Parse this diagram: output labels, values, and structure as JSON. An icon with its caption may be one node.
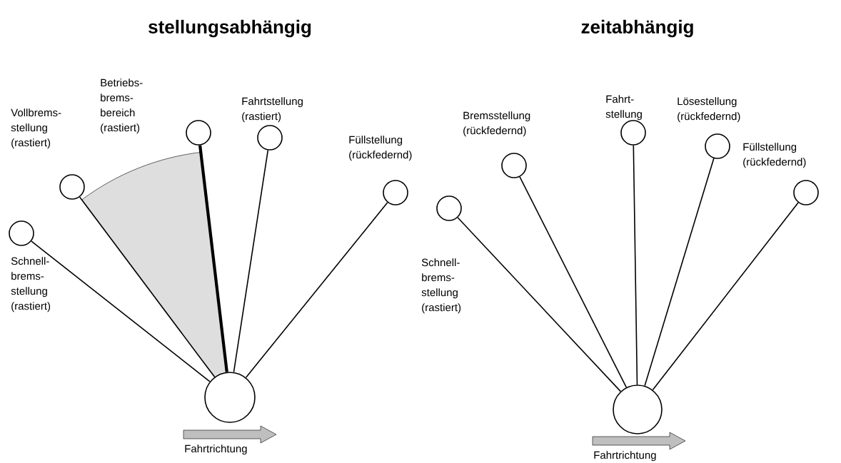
{
  "diagram": {
    "nodes": [
      {
        "text": [],
        "shape": "circle"
      },
      {
        "text": [],
        "shape": "circle",
        "beside": [
          "Schnell- brems- stellung (rastiert)"
        ]
      },
      {
        "text": [],
        "shape": "circle",
        "beside": [
          "Vollbrems- stellung (rastiert)"
        ]
      },
      {
        "text": [],
        "shape": "circle"
      },
      {
        "text": [],
        "shape": "circle",
        "beside": [
          "Fahrtstellung (rastiert)"
        ]
      },
      {
        "text": [],
        "shape": "circle",
        "beside": [
          "Füllstellung (rückfedernd)"
        ]
      },
      {
        "text": [],
        "shape": "circle"
      },
      {
        "text": [],
        "shape": "circle",
        "beside": [
          "Schnell- brems- stellung (rastiert)"
        ]
      },
      {
        "text": [],
        "shape": "circle",
        "beside": [
          "Bremsstellung (rückfedernd)"
        ]
      },
      {
        "text": [],
        "shape": "circle",
        "beside": [
          "Fahrt- stellung"
        ]
      },
      {
        "text": [],
        "shape": "circle",
        "beside": [
          "Lösestellung (rückfedernd)"
        ]
      },
      {
        "text": [],
        "shape": "circle",
        "beside": [
          "Füllstellung (rückfedernd)"
        ]
      }
    ],
    "edges": [
      {
        "from": 0,
        "to": 1,
        "arrow": "none"
      },
      {
        "from": 0,
        "to": 2,
        "arrow": "none"
      },
      {
        "from": 0,
        "to": 3,
        "arrow": "none",
        "style": "thick"
      },
      {
        "from": 0,
        "to": 4,
        "arrow": "none"
      },
      {
        "from": 0,
        "to": 5,
        "arrow": "none"
      },
      {
        "from": 6,
        "to": 7,
        "arrow": "none"
      },
      {
        "from": 6,
        "to": 8,
        "arrow": "none"
      },
      {
        "from": 6,
        "to": 9,
        "arrow": "none"
      },
      {
        "from": 6,
        "to": 10,
        "arrow": "none"
      },
      {
        "from": 6,
        "to": 11,
        "arrow": "none"
      }
    ],
    "labels": [
      "stellungsabhängig",
      "zeitabhängig",
      "Betriebs- brems- bereich (rastiert)",
      "Fahrtrichtung",
      "Fahrtrichtung"
    ]
  }
}
